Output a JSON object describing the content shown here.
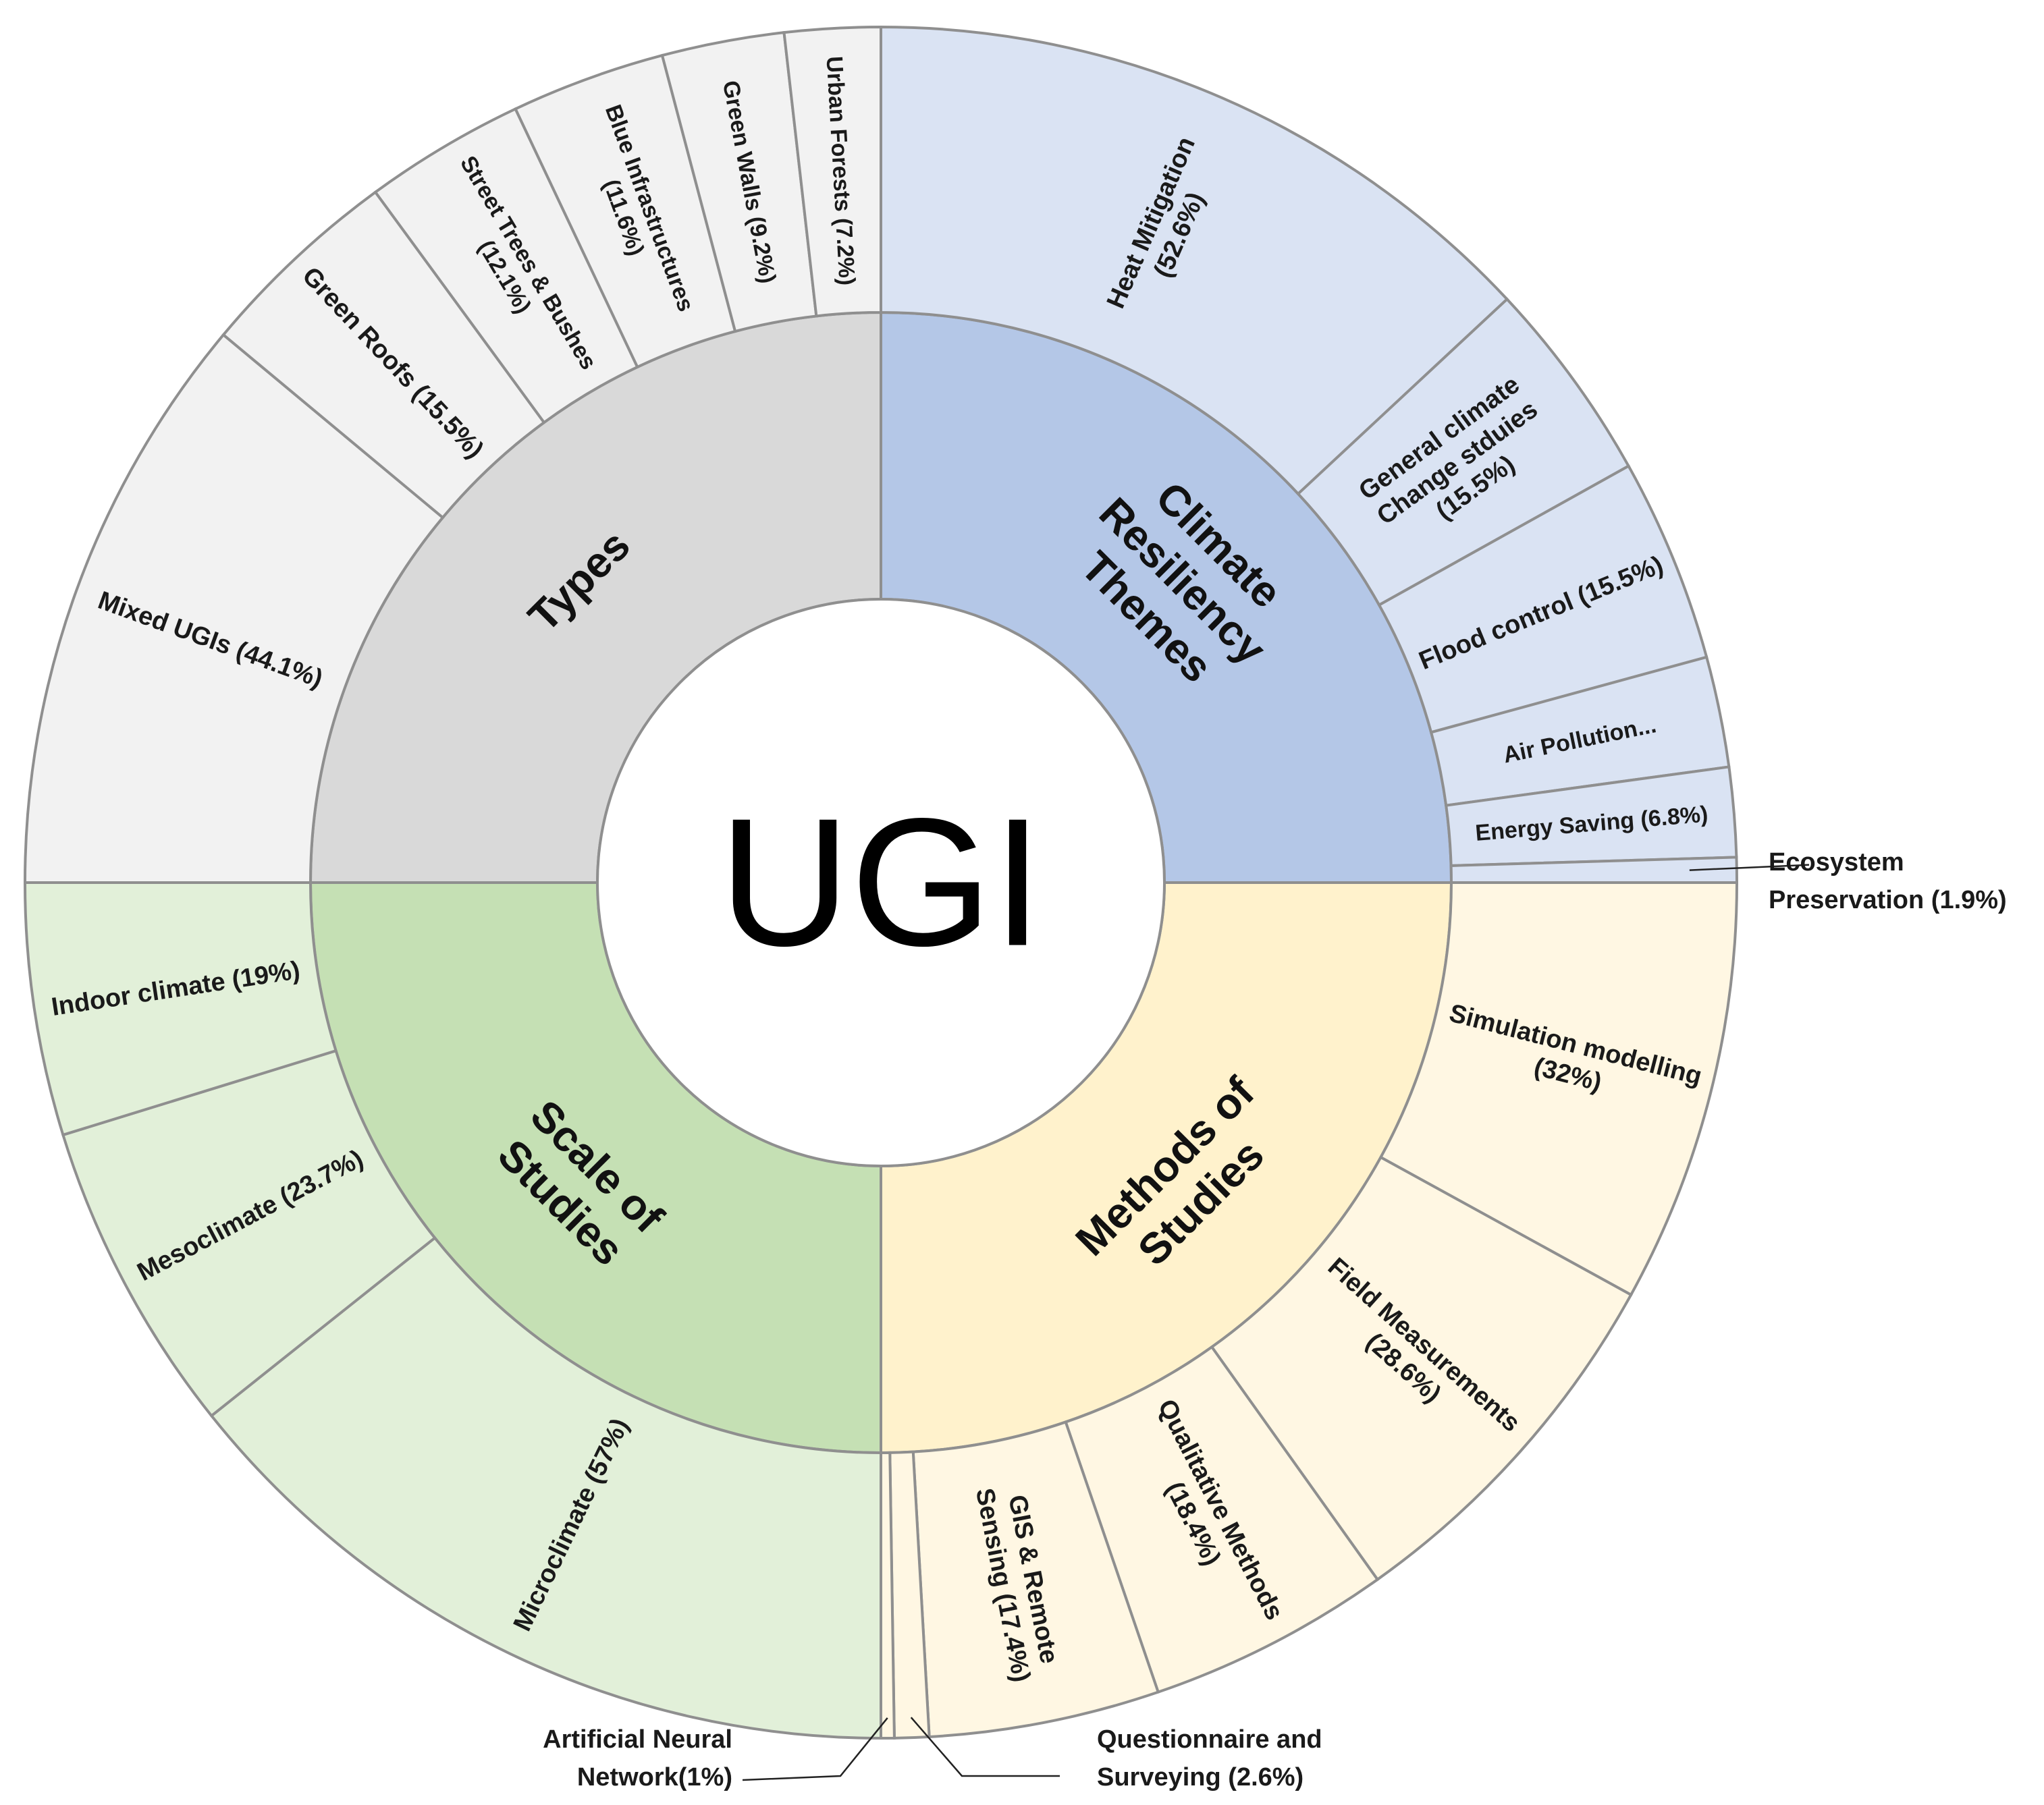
{
  "center_label": "UGI",
  "colors": {
    "types_inner": "#d9d9d9",
    "types_outer": "#f2f2f2",
    "climate_inner": "#b4c7e7",
    "climate_outer": "#dae3f3",
    "methods_inner": "#fff2cc",
    "methods_outer": "#fff7e3",
    "scale_inner": "#c5e0b4",
    "scale_outer": "#e2f0d9",
    "border": "#8f8f8f"
  },
  "chart_data": {
    "type": "sunburst",
    "title": "",
    "categories": [
      {
        "name": "Climate Resiliency Themes",
        "label_lines": [
          "Climate",
          "Resiliency",
          "Themes"
        ],
        "share": 0.25,
        "children": [
          {
            "name": "Heat Mitigation",
            "value": 52.6,
            "label_lines": [
              "Heat Mitigation",
              "(52.6%)"
            ]
          },
          {
            "name": "General climate Change stduies",
            "value": 15.5,
            "label_lines": [
              "General climate",
              "Change stduies",
              "(15.5%)"
            ]
          },
          {
            "name": "Flood control",
            "value": 15.5,
            "label_lines": [
              "Flood control (15.5%)"
            ]
          },
          {
            "name": "Air Pollution",
            "value": 8.4,
            "label_lines": [
              "Air Pollution..."
            ]
          },
          {
            "name": "Energy Saving",
            "value": 6.8,
            "label_lines": [
              "Energy Saving (6.8%)"
            ]
          },
          {
            "name": "Ecosystem Preservation",
            "value": 1.9,
            "label_lines": [],
            "callout_lines": [
              "Ecosystem",
              "Preservation (1.9%)"
            ]
          }
        ]
      },
      {
        "name": "Methods of Studies",
        "label_lines": [
          "Methods of",
          "Studies"
        ],
        "share": 0.25,
        "children": [
          {
            "name": "Simulation modelling",
            "value": 32,
            "label_lines": [
              "Simulation modelling",
              "(32%)"
            ]
          },
          {
            "name": "Field Measurements",
            "value": 28.6,
            "label_lines": [
              "Field Measurements",
              "(28.6%)"
            ]
          },
          {
            "name": "Qualitative Methods",
            "value": 18.4,
            "label_lines": [
              "Qualitative Methods",
              "(18.4%)"
            ]
          },
          {
            "name": "GIS & Remote Sensing",
            "value": 17.4,
            "label_lines": [
              "GIS & Remote",
              "Sensing (17.4%)"
            ]
          },
          {
            "name": "Questionnaire and Surveying",
            "value": 2.6,
            "label_lines": [],
            "callout_lines": [
              "Questionnaire and",
              "Surveying (2.6%)"
            ]
          },
          {
            "name": "Artificial Neural Network",
            "value": 1,
            "label_lines": [],
            "callout_lines": [
              "Artificial Neural",
              "Network(1%)"
            ]
          }
        ]
      },
      {
        "name": "Scale of Studies",
        "label_lines": [
          "Scale of",
          "Studies"
        ],
        "share": 0.25,
        "children": [
          {
            "name": "Microclimate",
            "value": 57,
            "label_lines": [
              "Microclimate (57%)"
            ]
          },
          {
            "name": "Mesoclimate",
            "value": 23.7,
            "label_lines": [
              "Mesoclimate (23.7%)"
            ]
          },
          {
            "name": "Indoor climate",
            "value": 19,
            "label_lines": [
              "Indoor climate (19%)"
            ]
          }
        ]
      },
      {
        "name": "Types",
        "label_lines": [
          "Types"
        ],
        "share": 0.25,
        "children": [
          {
            "name": "Mixed UGIs",
            "value": 44.1,
            "label_lines": [
              "Mixed UGIs (44.1%)"
            ]
          },
          {
            "name": "Green Roofs",
            "value": 15.5,
            "label_lines": [
              "Green Roofs (15.5%)"
            ]
          },
          {
            "name": "Street Trees & Bushes",
            "value": 12.1,
            "label_lines": [
              "Street Trees & Bushes",
              "(12.1%)"
            ]
          },
          {
            "name": "Blue Infrastructures",
            "value": 11.6,
            "label_lines": [
              "Blue Infrastructures",
              "(11.6%)"
            ]
          },
          {
            "name": "Green Walls",
            "value": 9.2,
            "label_lines": [
              "Green Walls (9.2%)"
            ]
          },
          {
            "name": "Urban Forests",
            "value": 7.2,
            "label_lines": [
              "Urban Forests (7.2%)"
            ]
          }
        ]
      }
    ]
  }
}
